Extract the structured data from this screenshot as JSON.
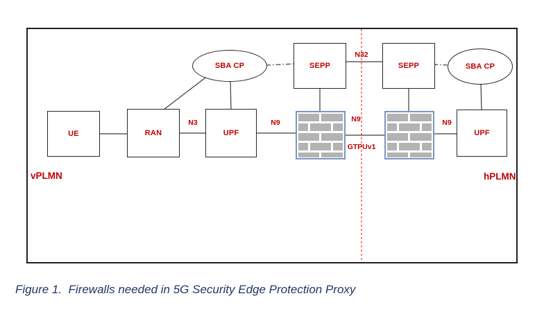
{
  "figure": {
    "caption": "Figure 1.  Firewalls needed in 5G Security Edge Protection Proxy"
  },
  "diagram": {
    "nodes": {
      "ue": {
        "label": "UE"
      },
      "ran": {
        "label": "RAN"
      },
      "upf_visited": {
        "label": "UPF"
      },
      "sba_cp_visited": {
        "label": "SBA CP"
      },
      "sepp_visited": {
        "label": "SEPP"
      },
      "sepp_home": {
        "label": "SEPP"
      },
      "sba_cp_home": {
        "label": "SBA CP"
      },
      "upf_home": {
        "label": "UPF"
      }
    },
    "edges": {
      "n3": {
        "label": "N3"
      },
      "n9_visited": {
        "label": "N9"
      },
      "n32": {
        "label": "N32"
      },
      "n9_inter": {
        "label": "N9"
      },
      "gtpuv1": {
        "label": "GTPUv1"
      },
      "n9_home": {
        "label": "N9"
      }
    },
    "regions": {
      "visited": {
        "label": "vPLMN"
      },
      "home": {
        "label": "hPLMN"
      }
    },
    "icons": {
      "firewall_visited": "firewall-icon",
      "firewall_home": "firewall-icon"
    },
    "colors": {
      "label_red": "#C00000",
      "divider_red": "#FF0000",
      "caption_navy": "#1F3864",
      "brick_gray": "#B3B3B3",
      "firewall_border_blue": "#7A96C2",
      "line_black": "#3A3A3A"
    }
  }
}
